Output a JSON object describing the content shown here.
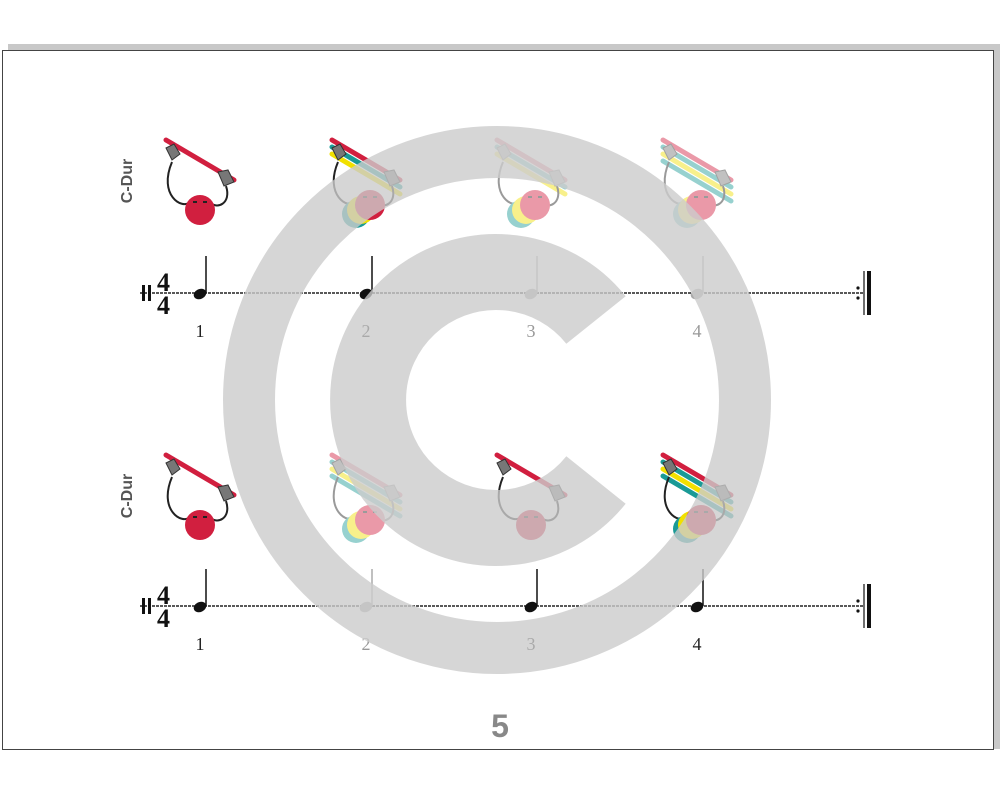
{
  "key": "C-Dur",
  "page_number": "5",
  "watermark": "©",
  "time_signature": {
    "numerator": "4",
    "denominator": "4"
  },
  "colors": {
    "red": "#d11f3f",
    "yellow": "#f1e000",
    "teal": "#1a9a96",
    "grey": "#9a9a9a",
    "watermark": "#cccccc"
  },
  "rows": [
    {
      "label": "C-Dur",
      "beats": [
        {
          "number": "1",
          "active": true,
          "sticks": 1,
          "balls": [
            "red"
          ]
        },
        {
          "number": "2",
          "active": true,
          "sticks": 3,
          "balls": [
            "yellow",
            "teal",
            "red"
          ]
        },
        {
          "number": "3",
          "active": false,
          "sticks": 3,
          "balls": [
            "yellow",
            "teal",
            "red"
          ]
        },
        {
          "number": "4",
          "active": false,
          "sticks": 4,
          "balls": [
            "yellow",
            "teal",
            "red"
          ]
        }
      ]
    },
    {
      "label": "C-Dur",
      "beats": [
        {
          "number": "1",
          "active": true,
          "sticks": 1,
          "balls": [
            "red"
          ]
        },
        {
          "number": "2",
          "active": false,
          "sticks": 4,
          "balls": [
            "yellow",
            "teal",
            "red"
          ]
        },
        {
          "number": "3",
          "active": true,
          "sticks": 1,
          "balls": [
            "red"
          ]
        },
        {
          "number": "4",
          "active": true,
          "sticks": 4,
          "balls": [
            "yellow",
            "teal",
            "red"
          ]
        }
      ]
    }
  ]
}
